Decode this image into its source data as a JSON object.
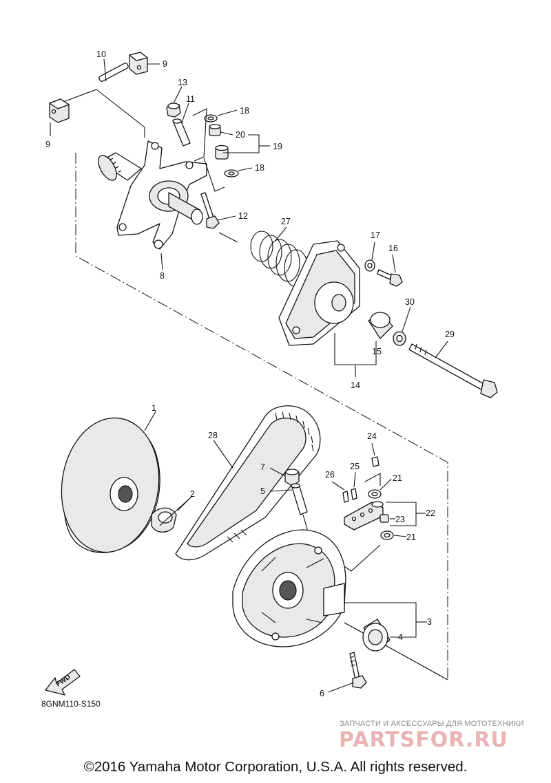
{
  "diagram": {
    "callouts": {
      "c1": "1",
      "c2": "2",
      "c3": "3",
      "c4": "4",
      "c5": "5",
      "c6": "6",
      "c7": "7",
      "c8": "8",
      "c9a": "9",
      "c9b": "9",
      "c10": "10",
      "c11": "11",
      "c12": "12",
      "c13": "13",
      "c14": "14",
      "c15": "15",
      "c16": "16",
      "c17": "17",
      "c18a": "18",
      "c18b": "18",
      "c19": "19",
      "c20": "20",
      "c21a": "21",
      "c21b": "21",
      "c22": "22",
      "c23": "23",
      "c24": "24",
      "c25": "25",
      "c26": "26",
      "c27": "27",
      "c28": "28",
      "c29": "29",
      "c30": "30"
    },
    "fwd_label": "FWD",
    "reference_code": "8GNM110-S150"
  },
  "watermark": {
    "tagline": "ЗАПЧАСТИ И АКСЕССУАРЫ ДЛЯ МОТОТЕХНИКИ",
    "brand": "PARTSFOR.RU"
  },
  "footer": {
    "copyright": "©2016 Yamaha Motor Corporation, U.S.A. All rights reserved."
  }
}
